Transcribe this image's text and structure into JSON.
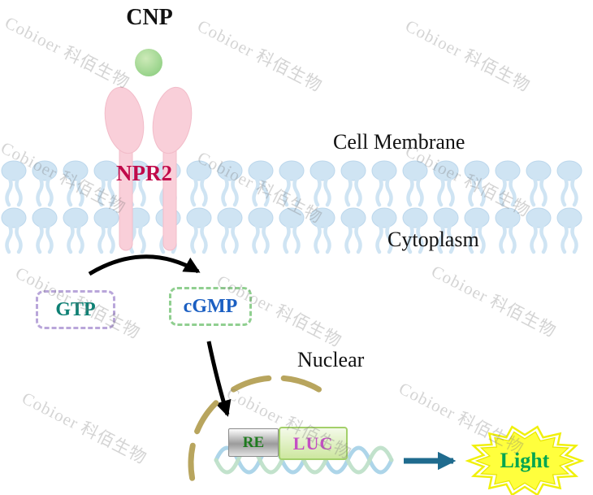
{
  "diagram": {
    "ligand": "CNP",
    "receptor": "NPR2",
    "cell_membrane": "Cell Membrane",
    "cytoplasm": "Cytoplasm",
    "gtp": "GTP",
    "cgmp": "cGMP",
    "nuclear": "Nuclear",
    "response_element": "RE",
    "reporter": "LUC",
    "light": "Light"
  },
  "watermark": {
    "text": "Cobioer 科佰生物"
  },
  "colors": {
    "receptor_pink": "#f9cfd9",
    "npr2_label": "#c00a4a",
    "membrane_blue": "#cfe4f3",
    "ligand_green": "#85cb7a",
    "gtp_border": "#b9a6da",
    "gtp_text": "#0e8074",
    "cgmp_border": "#90cf90",
    "cgmp_text": "#1b5fc2",
    "nuclear_envelope": "#b8a55e",
    "re_text": "#1e7a1e",
    "luc_text": "#c44fc4",
    "light_text": "#00a550",
    "light_star_yellow": "#ffff3d",
    "arrow_black": "#000000",
    "arrow_teal": "#1f6b8e"
  }
}
